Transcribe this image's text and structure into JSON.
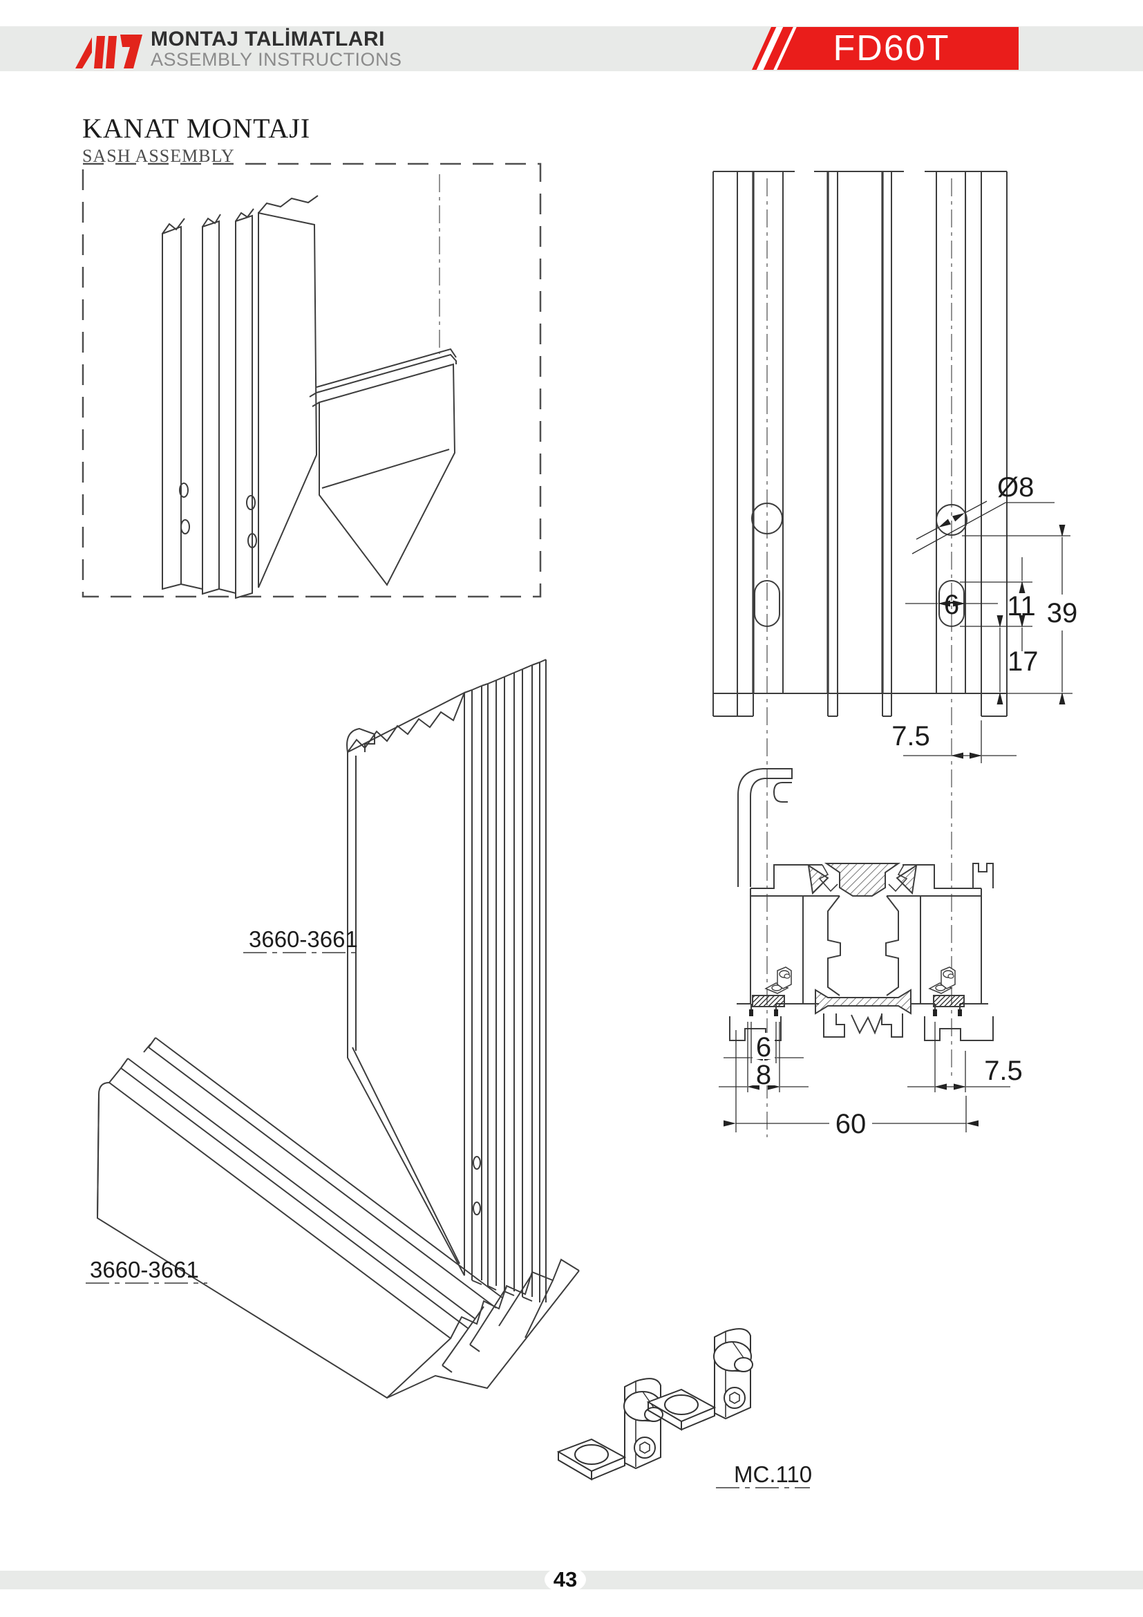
{
  "header": {
    "logo_icon": "brand-mark",
    "accent_color": "#e2241b",
    "band_color": "#e8eae8",
    "brand_title": "MONTAJ TALİMATLARI",
    "brand_subtitle": "ASSEMBLY INSTRUCTIONS",
    "system_code": "FD60T"
  },
  "section": {
    "title": "KANAT MONTAJI",
    "subtitle": "SASH ASSEMBLY"
  },
  "elevation_dims": {
    "hole_diameter": "Ø8",
    "slot_width": "6",
    "slot_length": "11",
    "overall_height": "39",
    "bottom_offset": "17",
    "track_offset": "7.5"
  },
  "section_dims": {
    "slot_width": "6",
    "groove_width": "8",
    "edge_offset": "7.5",
    "profile_width": "60"
  },
  "part_labels": {
    "vertical_profile": "3660-3661",
    "horizontal_profile": "3660-3661",
    "corner_connector": "MC.110"
  },
  "footer": {
    "page_number": "43"
  }
}
